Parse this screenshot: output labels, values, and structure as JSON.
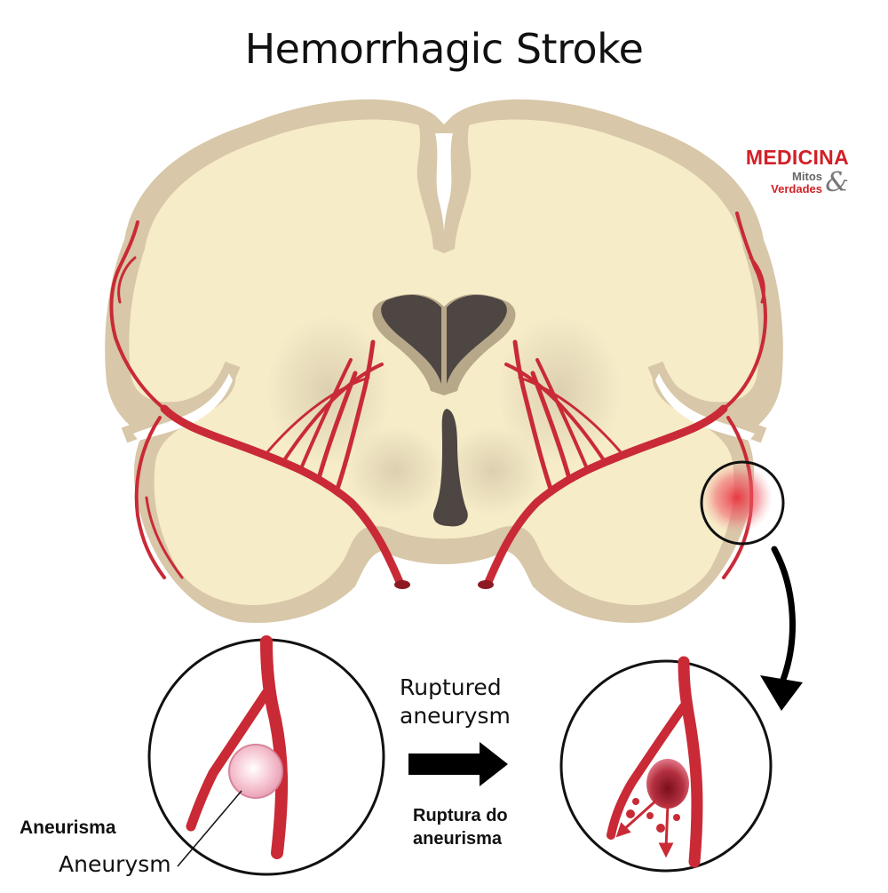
{
  "title": "Hemorrhagic Stroke",
  "logo": {
    "line1": "MEDICINA",
    "line2": "Mitos",
    "line3": "Verdades",
    "ampersand": "&",
    "colors": {
      "red": "#d21f27",
      "gray": "#666666"
    }
  },
  "labels": {
    "ruptured_en": "Ruptured aneurysm",
    "ruptured_pt": "Ruptura do aneurisma",
    "aneurysm_pt": "Aneurisma",
    "aneurysm_en": "Aneurysm"
  },
  "colors": {
    "brain_fill": "#f6ecc8",
    "brain_cortex": "#d8c7a8",
    "ventricle": "#4d4643",
    "vessel": "#c92a36",
    "vessel_dark": "#8d1a23",
    "aneurysm": "#f7c9d5",
    "arrow": "#000000"
  }
}
